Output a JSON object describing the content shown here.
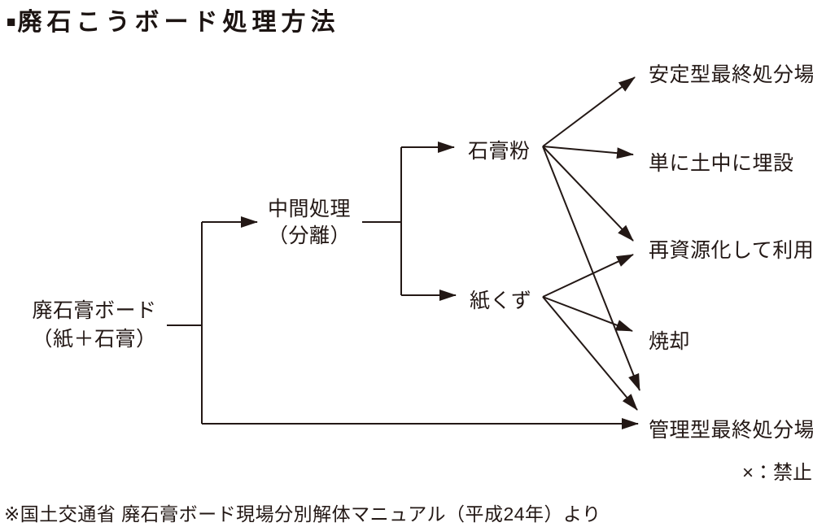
{
  "colors": {
    "ink": "#231815",
    "background": "#ffffff"
  },
  "title": {
    "bullet": "■",
    "text": "廃石こうボード処理方法"
  },
  "nodes": {
    "source": {
      "line1": "廃石膏ボード",
      "line2": "（紙＋石膏）"
    },
    "intermediate": {
      "line1": "中間処理",
      "line2": "（分離）"
    },
    "gypsum_powder": {
      "label": "石膏粉"
    },
    "paper_scrap": {
      "label": "紙くず"
    },
    "stable_landfill": {
      "label": "安定型最終処分場"
    },
    "buried_in_soil": {
      "label": "単に土中に埋設"
    },
    "recycled": {
      "label": "再資源化して利用"
    },
    "incineration": {
      "label": "焼却"
    },
    "controlled_landfill": {
      "label": "管理型最終処分場"
    }
  },
  "edges": [
    {
      "from": "廃石膏ボード（紙＋石膏）",
      "to": "中間処理（分離）"
    },
    {
      "from": "中間処理（分離）",
      "to": "石膏粉"
    },
    {
      "from": "中間処理（分離）",
      "to": "紙くず"
    },
    {
      "from": "石膏粉",
      "to": "安定型最終処分場"
    },
    {
      "from": "石膏粉",
      "to": "単に土中に埋設"
    },
    {
      "from": "石膏粉",
      "to": "再資源化して利用"
    },
    {
      "from": "石膏粉",
      "to": "管理型最終処分場"
    },
    {
      "from": "紙くず",
      "to": "再資源化して利用"
    },
    {
      "from": "紙くず",
      "to": "焼却"
    },
    {
      "from": "紙くず",
      "to": "管理型最終処分場"
    },
    {
      "from": "廃石膏ボード（紙＋石膏）",
      "to": "管理型最終処分場"
    }
  ],
  "legend": {
    "text": "×：禁止"
  },
  "footnote": "※国土交通省 廃石膏ボード現場分別解体マニュアル（平成24年）より"
}
